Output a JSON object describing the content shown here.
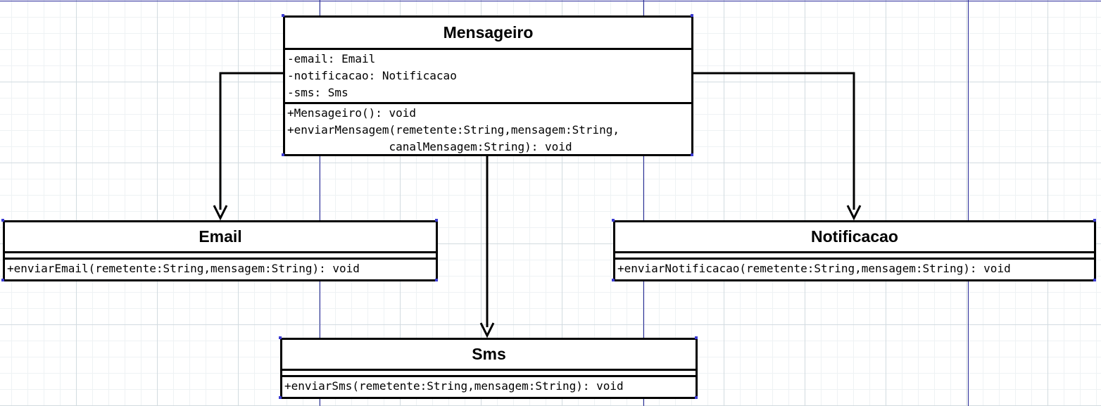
{
  "classes": {
    "mensageiro": {
      "name": "Mensageiro",
      "attributes": [
        "-email: Email",
        "-notificacao: Notificacao",
        "-sms: Sms"
      ],
      "methods": [
        "+Mensageiro(): void",
        "+enviarMensagem(remetente:String,mensagem:String,",
        "               canalMensagem:String): void"
      ]
    },
    "email": {
      "name": "Email",
      "methods": [
        "+enviarEmail(remetente:String,mensagem:String): void"
      ]
    },
    "notificacao": {
      "name": "Notificacao",
      "methods": [
        "+enviarNotificacao(remetente:String,mensagem:String): void"
      ]
    },
    "sms": {
      "name": "Sms",
      "methods": [
        "+enviarSms(remetente:String,mensagem:String): void"
      ]
    }
  },
  "associations": [
    {
      "from": "Mensageiro",
      "to": "Email"
    },
    {
      "from": "Mensageiro",
      "to": "Notificacao"
    },
    {
      "from": "Mensageiro",
      "to": "Sms"
    }
  ],
  "colors": {
    "grid_major": "#d2dbe0",
    "grid_minor": "#eef2f4",
    "page_border": "#2a2a9a",
    "class_border": "#000000",
    "selection_handle": "#3a3ad0"
  }
}
